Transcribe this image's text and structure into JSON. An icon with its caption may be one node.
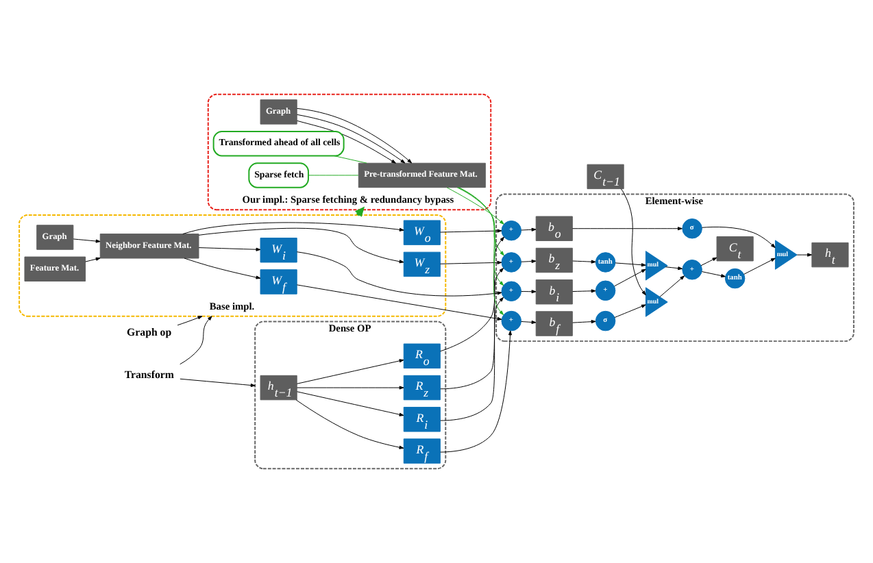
{
  "diagram": {
    "nodes": [
      {
        "text": [
          "Dense OP"
        ]
      },
      {
        "text": [
          "h$_{t−1}$"
        ],
        "in": 0
      },
      {
        "text": [
          "R$_{i}$"
        ],
        "in": 0
      },
      {
        "text": [
          "R$_{z}$"
        ],
        "in": 0
      },
      {
        "text": [
          "R$_{o}$"
        ],
        "in": 0
      },
      {
        "text": [
          "R$_{f}$"
        ],
        "in": 0
      },
      {
        "text": [
          "Element-wise"
        ]
      },
      {
        "text": [
          "+"
        ],
        "in": 6
      },
      {
        "text": [
          "+"
        ],
        "in": 6
      },
      {
        "text": [
          "+"
        ],
        "in": 6
      },
      {
        "text": [
          "+"
        ],
        "in": 6
      },
      {
        "text": [
          "b$_{i}$"
        ],
        "in": 6
      },
      {
        "text": [
          "b$_{z}$"
        ],
        "in": 6
      },
      {
        "text": [
          "b$_{o}$"
        ],
        "in": 6
      },
      {
        "text": [
          "b$_{f}$"
        ],
        "in": 6
      },
      {
        "text": [
          "+"
        ],
        "in": 6
      },
      {
        "text": [
          "tanh"
        ],
        "in": 6
      },
      {
        "text": [
          "σ"
        ],
        "in": 6
      },
      {
        "text": [
          "σ"
        ],
        "in": 6
      },
      {
        "text": [
          "mul"
        ],
        "in": 6
      },
      {
        "text": [
          "mul"
        ],
        "in": 6
      },
      {
        "text": [
          "+"
        ],
        "in": 6
      },
      {
        "text": [
          "tanh"
        ],
        "in": 6
      },
      {
        "text": [
          "mul"
        ],
        "in": 6
      },
      {
        "text": [
          "h$_{t}$"
        ],
        "in": 6
      },
      {
        "text": [
          "C$_{t}$"
        ],
        "in": 6
      },
      {
        "text": [
          "C$_{t−1}$"
        ]
      },
      {
        "text": [
          "Base impl."
        ]
      },
      {
        "text": [
          "W$_{f}$"
        ],
        "in": 27
      },
      {
        "text": [
          "W$_{o}$"
        ],
        "in": 27
      },
      {
        "text": [
          "W$_{z}$"
        ],
        "in": 27
      },
      {
        "text": [
          "W$_{i}$"
        ],
        "in": 27
      },
      {
        "text": [
          "Neighbor Feature Mat."
        ],
        "in": 27
      },
      {
        "text": [
          "Graph"
        ],
        "in": 27
      },
      {
        "text": [
          "Feature Mat."
        ],
        "in": 27
      },
      {
        "text": [
          "Our impl.: Sparse fetching & redundancy bypass"
        ]
      },
      {
        "text": [
          "Pre-transformed Feature Mat."
        ],
        "in": 35
      },
      {
        "text": [
          "Graph"
        ],
        "in": 35
      },
      {
        "text": [
          "Transformed ahead of all cells"
        ],
        "in": 35
      },
      {
        "text": [
          "Sparse fetch"
        ],
        "in": 35
      },
      {
        "text": [
          "Transform"
        ]
      },
      {
        "text": [
          "Graph op"
        ]
      }
    ],
    "edges": [
      {
        "from": 1,
        "to": 2,
        "arrow": "to"
      },
      {
        "from": 1,
        "to": 3,
        "arrow": "to"
      },
      {
        "from": 1,
        "to": 4,
        "arrow": "to"
      },
      {
        "from": 1,
        "to": 5,
        "arrow": "to"
      },
      {
        "from": 2,
        "to": 7,
        "arrow": "to"
      },
      {
        "from": 3,
        "to": 8,
        "arrow": "to"
      },
      {
        "from": 4,
        "to": 9,
        "arrow": "to"
      },
      {
        "from": 5,
        "to": 10,
        "arrow": "to"
      },
      {
        "from": 7,
        "to": 11,
        "arrow": "to"
      },
      {
        "from": 8,
        "to": 12,
        "arrow": "to"
      },
      {
        "from": 9,
        "to": 13,
        "arrow": "to"
      },
      {
        "from": 10,
        "to": 14,
        "arrow": "to"
      },
      {
        "from": 11,
        "to": 15,
        "arrow": "to"
      },
      {
        "from": 12,
        "to": 16,
        "arrow": "to"
      },
      {
        "from": 13,
        "to": 17,
        "arrow": "to"
      },
      {
        "from": 14,
        "to": 18,
        "arrow": "to"
      },
      {
        "from": 15,
        "to": 19,
        "arrow": "to"
      },
      {
        "from": 16,
        "to": 19,
        "arrow": "to"
      },
      {
        "from": 18,
        "to": 20,
        "arrow": "to"
      },
      {
        "from": 26,
        "to": 20,
        "arrow": "to"
      },
      {
        "from": 19,
        "to": 21,
        "arrow": "to"
      },
      {
        "from": 20,
        "to": 21,
        "arrow": "to"
      },
      {
        "from": 21,
        "to": 22,
        "arrow": "to"
      },
      {
        "from": 22,
        "to": 23,
        "arrow": "to"
      },
      {
        "from": 17,
        "to": 23,
        "arrow": "to"
      },
      {
        "from": 23,
        "to": 24,
        "arrow": "to"
      },
      {
        "from": 21,
        "to": 25,
        "arrow": "to"
      },
      {
        "from": 28,
        "to": 10,
        "arrow": "to"
      },
      {
        "from": 29,
        "to": 9,
        "arrow": "to"
      },
      {
        "from": 30,
        "to": 8,
        "arrow": "to"
      },
      {
        "from": 31,
        "to": 7,
        "arrow": "to"
      },
      {
        "from": 36,
        "to": 10,
        "arrow": "to",
        "color": "#22aa22"
      },
      {
        "from": 36,
        "to": 9,
        "arrow": "to",
        "color": "#22aa22"
      },
      {
        "from": 36,
        "to": 8,
        "arrow": "to",
        "color": "#22aa22"
      },
      {
        "from": 36,
        "to": 7,
        "arrow": "to",
        "color": "#22aa22"
      },
      {
        "from": 32,
        "to": 28,
        "arrow": "to"
      },
      {
        "from": 32,
        "to": 29,
        "arrow": "to"
      },
      {
        "from": 32,
        "to": 30,
        "arrow": "to"
      },
      {
        "from": 32,
        "to": 31,
        "arrow": "to"
      },
      {
        "from": 33,
        "to": 32,
        "arrow": "to"
      },
      {
        "from": 34,
        "to": 32,
        "arrow": "to"
      },
      {
        "from": 37,
        "to": 36,
        "arrow": "to"
      },
      {
        "from": 37,
        "to": 36,
        "arrow": "to"
      },
      {
        "from": 37,
        "to": 36,
        "arrow": "to"
      },
      {
        "from": 40,
        "to": 0,
        "arrow": "to"
      },
      {
        "from": 40,
        "to": 27,
        "arrow": "to"
      },
      {
        "from": 41,
        "to": 27,
        "arrow": "to"
      },
      {
        "from": 27,
        "to": 35,
        "arrow": "to",
        "style": "thick",
        "color": "#22aa22"
      },
      {
        "from": 38,
        "to": 36,
        "arrow": "none",
        "color": "#22aa22"
      },
      {
        "from": 39,
        "to": 36,
        "arrow": "none",
        "color": "#22aa22"
      }
    ]
  }
}
